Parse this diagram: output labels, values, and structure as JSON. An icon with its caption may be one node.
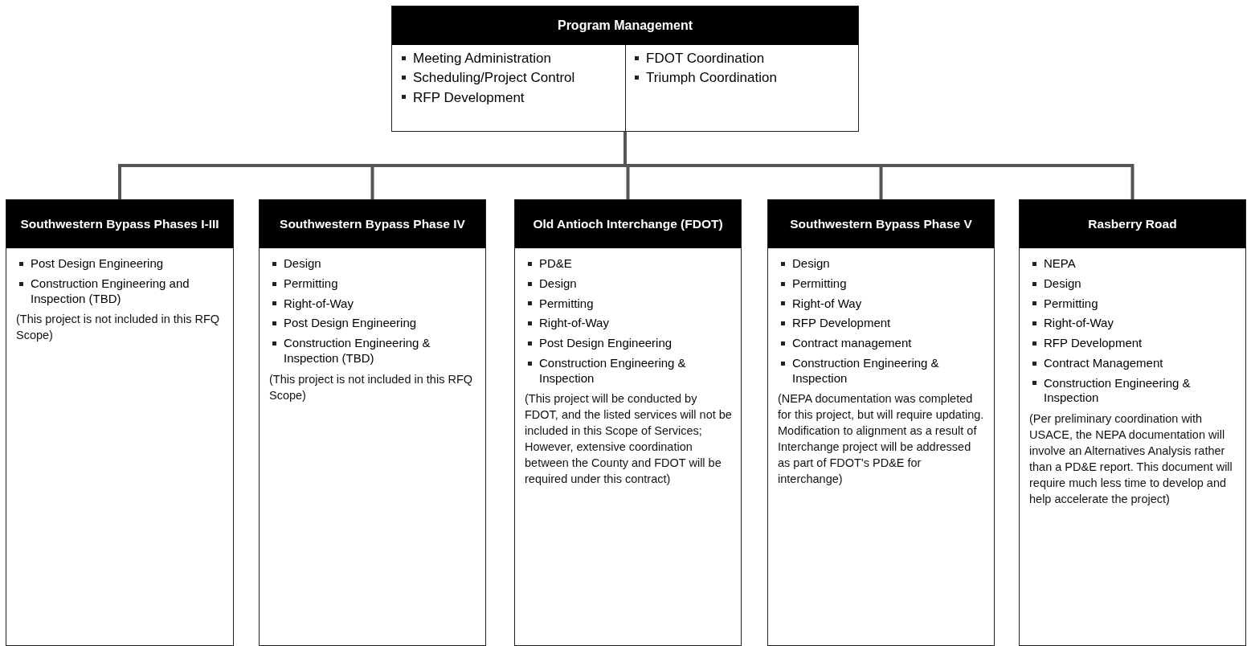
{
  "diagram": {
    "nodes": [
      {
        "text": [
          "Program Management",
          "Meeting Administration",
          "Scheduling/Project Control",
          "RFP Development",
          "FDOT Coordination",
          "Triumph Coordination"
        ]
      },
      {
        "text": [
          "Southwestern Bypass Phases I-III",
          "Post Design Engineering",
          "Construction Engineering and Inspection (TBD)",
          "(This project is not included in this RFQ Scope)"
        ]
      },
      {
        "text": [
          "Southwestern Bypass Phase IV",
          "Design",
          "Permitting",
          "Right-of-Way",
          "Post Design Engineering",
          "Construction Engineering & Inspection (TBD)",
          "(This project is not included in this RFQ Scope)"
        ]
      },
      {
        "text": [
          "Old Antioch Interchange (FDOT)",
          "PD&E",
          "Design",
          "Permitting",
          "Right-of-Way",
          "Post Design Engineering",
          "Construction Engineering & Inspection",
          "(This project will be conducted by FDOT, and the listed services will not be included in this Scope of Services; However, extensive coordination between the County and FDOT will be required under this contract)"
        ]
      },
      {
        "text": [
          "Southwestern Bypass Phase V",
          "Design",
          "Permitting",
          "Right-of Way",
          "RFP Development",
          "Contract management",
          "Construction Engineering & Inspection",
          "(NEPA documentation was completed for this project, but will require updating. Modification to alignment as a result of Interchange project will be addressed as part of FDOT's PD&E for interchange)"
        ]
      },
      {
        "text": [
          "Rasberry Road",
          "NEPA",
          "Design",
          "Permitting",
          "Right-of-Way",
          "RFP Development",
          "Contract Management",
          "Construction Engineering & Inspection",
          "(Per preliminary coordination with USACE, the NEPA documentation will involve an Alternatives Analysis rather than a PD&E report. This document will require much less time to develop and help accelerate the project)"
        ]
      }
    ],
    "edges": [
      {
        "from": 0,
        "to": 1,
        "arrow": "none"
      },
      {
        "from": 0,
        "to": 2,
        "arrow": "none"
      },
      {
        "from": 0,
        "to": 3,
        "arrow": "none"
      },
      {
        "from": 0,
        "to": 4,
        "arrow": "none"
      },
      {
        "from": 0,
        "to": 5,
        "arrow": "none"
      }
    ]
  }
}
